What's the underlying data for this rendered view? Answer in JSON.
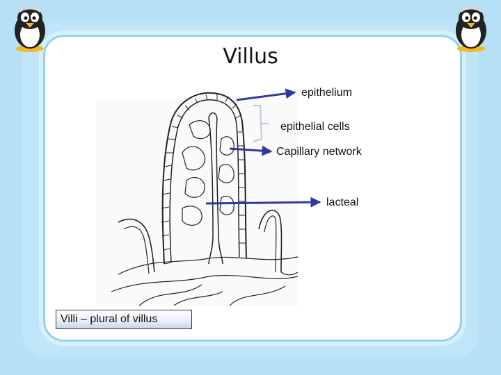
{
  "slide": {
    "title": "Villus",
    "labels": {
      "epithelium": "epithelium",
      "epithelial_cells": "epithelial cells",
      "capillary_network": "Capillary network",
      "lacteal": "lacteal"
    },
    "caption": "Villi – plural of villus"
  },
  "colors": {
    "arrow": "#2e3a9e",
    "frame": "#8fd3f1",
    "background": "#78c6ee"
  },
  "icons": [
    "penguin-icon"
  ]
}
